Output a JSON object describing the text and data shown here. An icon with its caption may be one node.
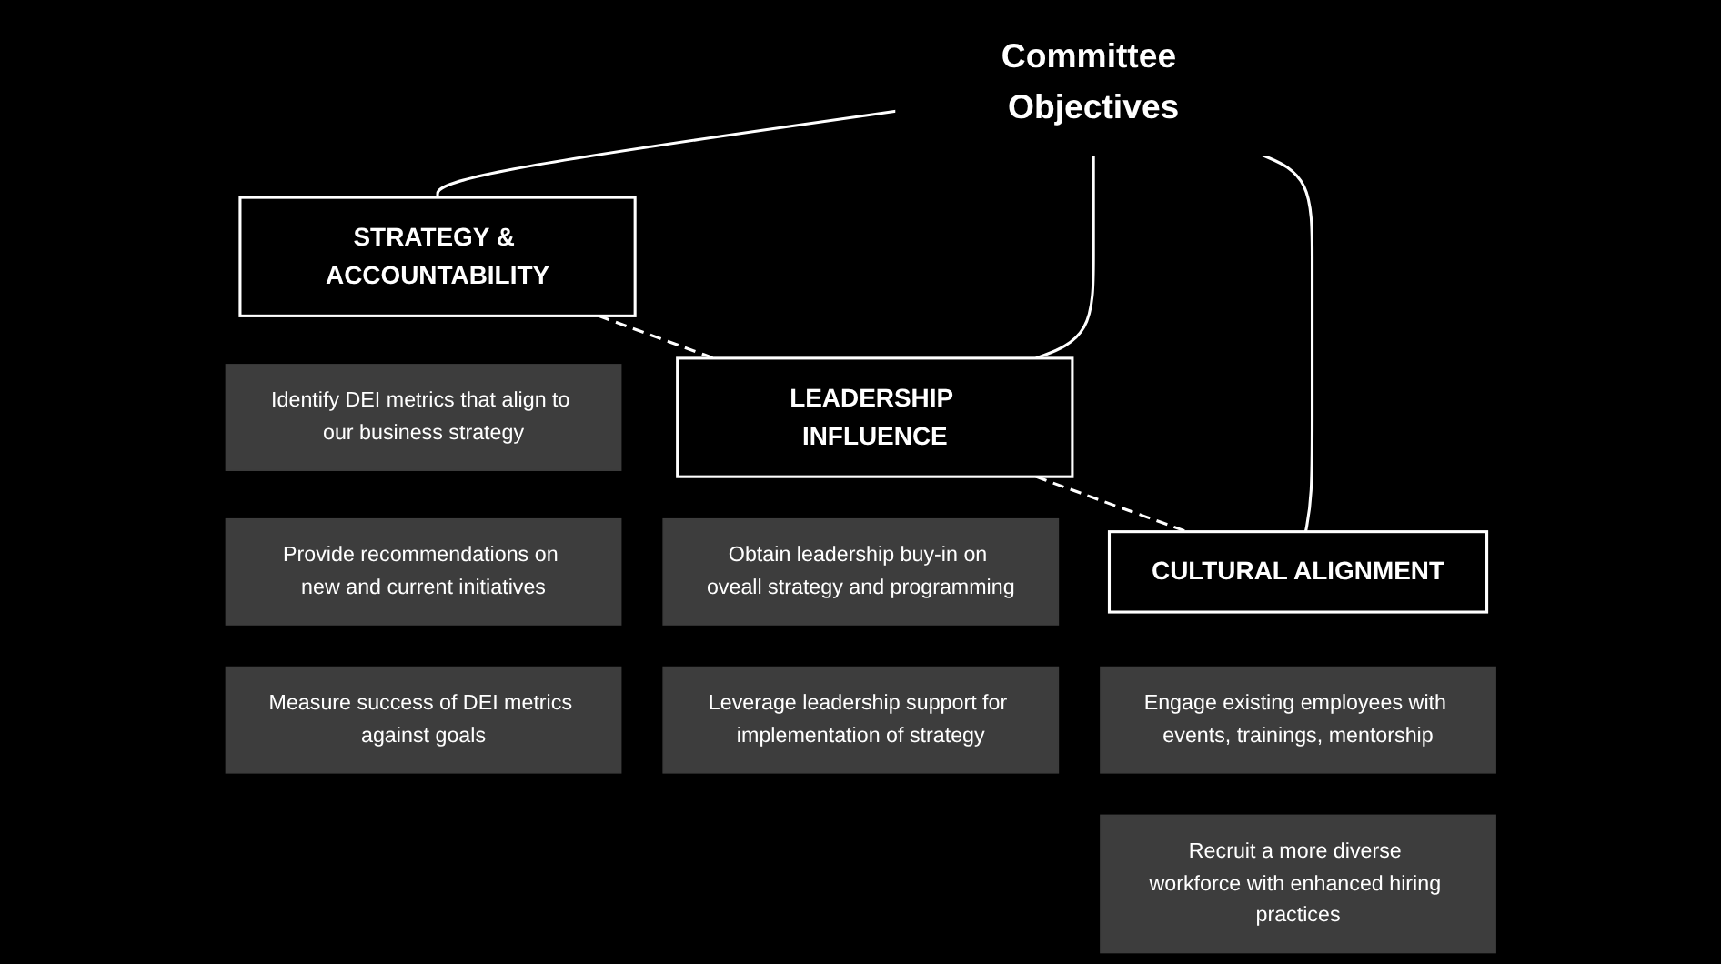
{
  "diagram": {
    "nodes": [
      {
        "text": [
          "Committee Objectives"
        ]
      },
      {
        "text": [
          "STRATEGY & ACCOUNTABILITY"
        ]
      },
      {
        "text": [
          "LEADERSHIP INFLUENCE"
        ]
      },
      {
        "text": [
          "CULTURAL ALIGNMENT"
        ]
      },
      {
        "text": [
          "Identify DEI metrics that align to our business strategy"
        ]
      },
      {
        "text": [
          "Provide recommendations on new and current initiatives"
        ]
      },
      {
        "text": [
          "Measure success of DEI metrics against goals"
        ]
      },
      {
        "text": [
          "Obtain leadership buy-in on oveall strategy and programming"
        ]
      },
      {
        "text": [
          "Leverage leadership support for implementation of strategy"
        ]
      },
      {
        "text": [
          "Engage existing employees with events, trainings, mentorship"
        ]
      },
      {
        "text": [
          "Recruit a more diverse workforce with enhanced hiring practices"
        ]
      }
    ],
    "edges": [
      {
        "from": 0,
        "to": 1,
        "arrow": "none"
      },
      {
        "from": 0,
        "to": 2,
        "arrow": "none"
      },
      {
        "from": 0,
        "to": 3,
        "arrow": "none"
      },
      {
        "from": 1,
        "to": 2,
        "arrow": "none",
        "style": "dashed"
      },
      {
        "from": 2,
        "to": 3,
        "arrow": "none",
        "style": "dashed"
      }
    ]
  }
}
